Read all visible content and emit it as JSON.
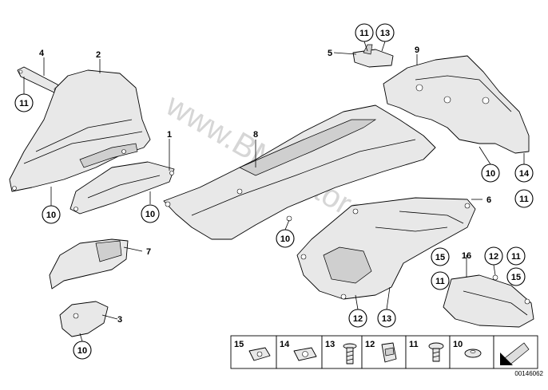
{
  "watermark": "www.BMWstore.ru",
  "callouts": {
    "p1": "1",
    "p2": "2",
    "p3": "3",
    "p4": "4",
    "p5": "5",
    "p6": "6",
    "p7": "7",
    "p8": "8",
    "p9": "9",
    "p16": "16",
    "c11_top": "11",
    "c13_top": "13",
    "c11_left": "11",
    "c10_a": "10",
    "c10_b": "10",
    "c10_c": "10",
    "c10_d": "10",
    "c10_e": "10",
    "c14": "14",
    "c11_right": "11",
    "c15_a": "15",
    "c11_mid": "11",
    "c12_a": "12",
    "c13_b": "13",
    "c12_b": "12",
    "c11_b": "11",
    "c15_b": "15"
  },
  "legend": [
    "15",
    "14",
    "13",
    "12",
    "11",
    "10"
  ],
  "image_code": "00146062",
  "icons": [
    "arrow-icon",
    "clip-nut-icon",
    "screw-icon",
    "clip-icon",
    "rivet-icon",
    "washer-icon"
  ]
}
